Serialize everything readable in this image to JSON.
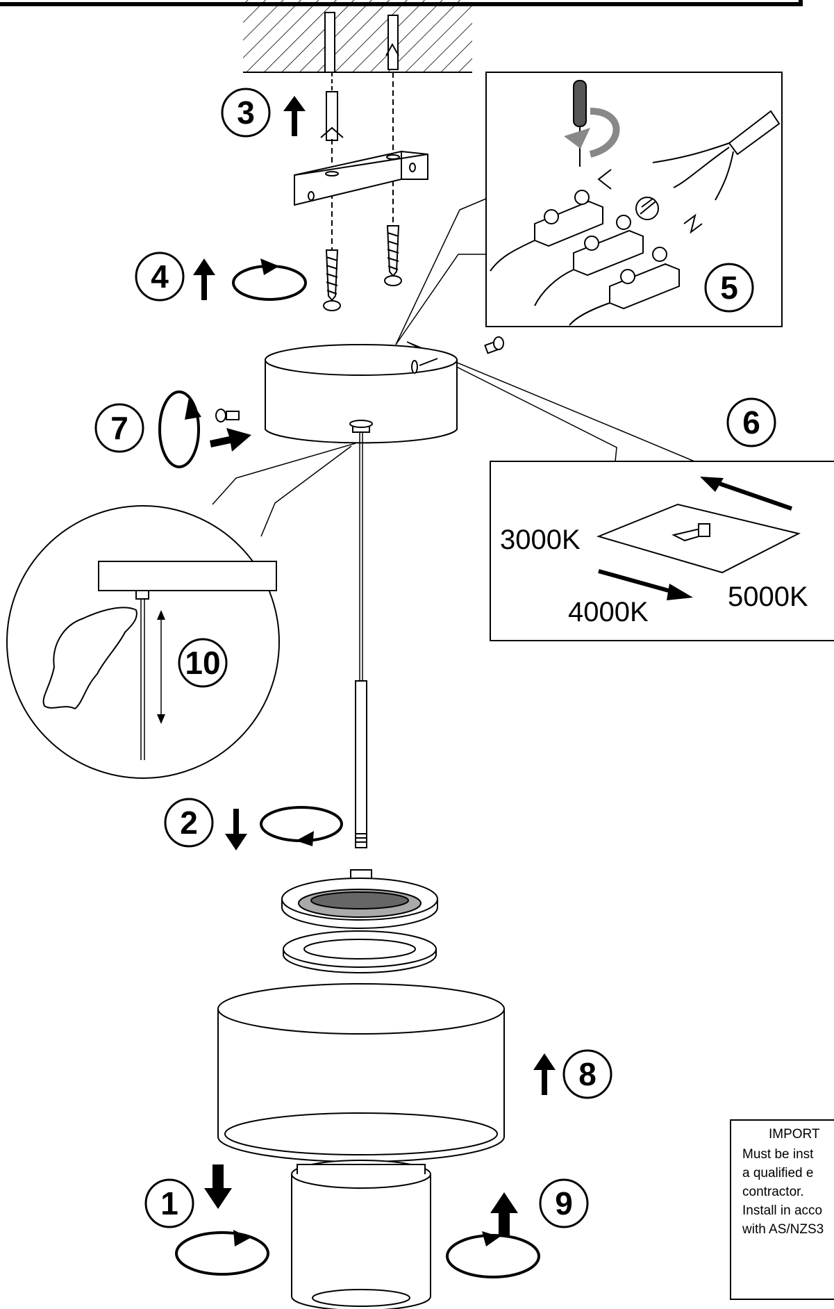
{
  "steps": {
    "s1": "1",
    "s2": "2",
    "s3": "3",
    "s4": "4",
    "s5": "5",
    "s6": "6",
    "s7": "7",
    "s8": "8",
    "s9": "9",
    "s10": "10"
  },
  "cct": {
    "k3000": "3000K",
    "k4000": "4000K",
    "k5000": "5000K"
  },
  "notice": {
    "heading": "IMPORT",
    "line1": "Must  be inst",
    "line2": "a qualified  e",
    "line3": "contractor.",
    "line4": "Install in acco",
    "line5": "with AS/NZS3"
  }
}
